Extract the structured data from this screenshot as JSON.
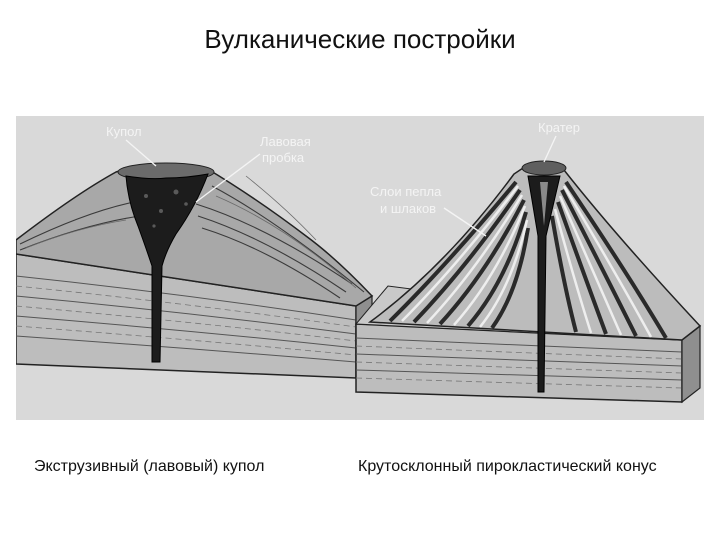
{
  "title": "Вулканические постройки",
  "labels": {
    "dome": "Купол",
    "lava_plug_1": "Лавовая",
    "lava_plug_2": "пробка",
    "crater": "Кратер",
    "ash_layers_1": "Слои пепла",
    "ash_layers_2": "и шлаков"
  },
  "captions": {
    "left": "Экструзивный (лавовый) купол",
    "right": "Крутосклонный пирокластический конус"
  }
}
